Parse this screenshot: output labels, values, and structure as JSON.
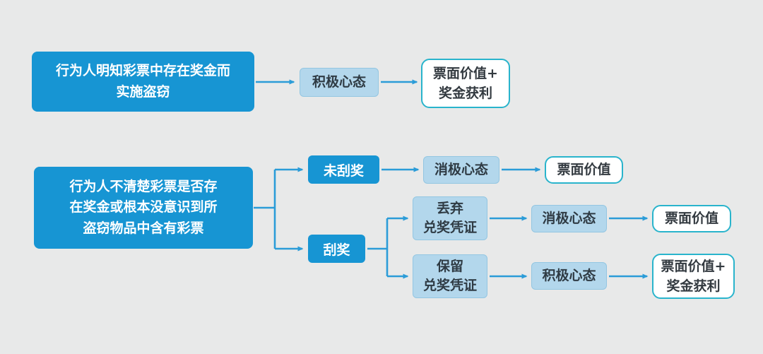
{
  "colors": {
    "background": "#e8e9e9",
    "primary_blue": "#1795d3",
    "light_blue_fill": "#b3d7ec",
    "outline_cyan": "#29b4cc",
    "arrow_blue": "#2b9cd8",
    "dark_text": "#333a40",
    "white_text": "#ffffff"
  },
  "diagram": {
    "branch_known": {
      "source": "行为人明知彩票中存在奖金而\n实施盗窃",
      "mindset": "积极心态",
      "outcome": "票面价值+\n奖金获利"
    },
    "branch_unknown": {
      "source": "行为人不清楚彩票是否存\n在奖金或根本没意识到所\n盗窃物品中含有彩票",
      "unscratched": {
        "label": "未刮奖",
        "mindset": "消极心态",
        "outcome": "票面价值"
      },
      "scratched": {
        "label": "刮奖",
        "discard": {
          "label": "丢弃\n兑奖凭证",
          "mindset": "消极心态",
          "outcome": "票面价值"
        },
        "keep": {
          "label": "保留\n兑奖凭证",
          "mindset": "积极心态",
          "outcome": "票面价值+\n奖金获利"
        }
      }
    }
  }
}
